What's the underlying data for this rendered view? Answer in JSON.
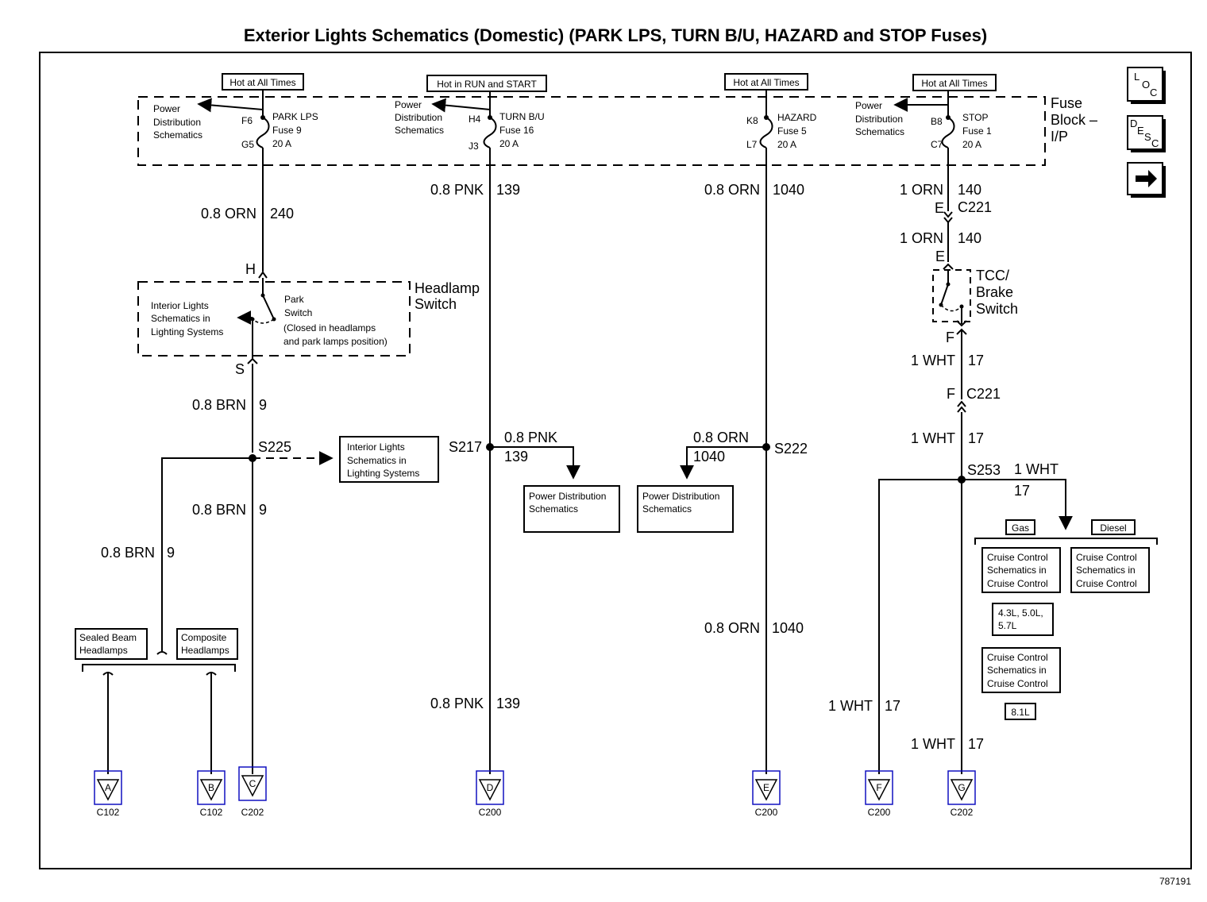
{
  "title": "Exterior Lights Schematics (Domestic) (PARK LPS, TURN B/U, HAZARD and STOP Fuses)",
  "doc_number": "787191",
  "nav": {
    "loc": [
      "L",
      "O",
      "C"
    ],
    "desc": [
      "D",
      "E",
      "S",
      "C"
    ],
    "next": "arrow-right-icon"
  },
  "hot_labels": [
    "Hot at All Times",
    "Hot in RUN and START",
    "Hot at All Times",
    "Hot at All Times"
  ],
  "fuse_block": {
    "line1": "Fuse",
    "line2": "Block –",
    "line3": "I/P"
  },
  "power_dist": [
    "Power",
    "Distribution",
    "Schematics"
  ],
  "fuses": [
    {
      "top_pin": "F6",
      "bottom_pin": "G5",
      "name": "PARK LPS",
      "fuse": "Fuse 9",
      "amps": "20 A"
    },
    {
      "top_pin": "H4",
      "bottom_pin": "J3",
      "name": "TURN B/U",
      "fuse": "Fuse 16",
      "amps": "20 A"
    },
    {
      "top_pin": "K8",
      "bottom_pin": "L7",
      "name": "HAZARD",
      "fuse": "Fuse 5",
      "amps": "20 A"
    },
    {
      "top_pin": "B8",
      "bottom_pin": "C7",
      "name": "STOP",
      "fuse": "Fuse 1",
      "amps": "20 A"
    }
  ],
  "wire_labels": {
    "w240": [
      "0.8 ORN",
      "240"
    ],
    "w139a": [
      "0.8 PNK",
      "139"
    ],
    "w1040a": [
      "0.8 ORN",
      "1040"
    ],
    "w140a": [
      "1 ORN",
      "140"
    ],
    "w140b": [
      "1 ORN",
      "140"
    ],
    "w9a": [
      "0.8 BRN",
      "9"
    ],
    "w9b": [
      "0.8 BRN",
      "9"
    ],
    "w9c": [
      "0.8 BRN",
      "9"
    ],
    "w139b": [
      "0.8 PNK",
      "139"
    ],
    "w139c": [
      "0.8 PNK",
      "139"
    ],
    "w1040b": [
      "0.8 ORN",
      "1040"
    ],
    "w1040c": [
      "0.8 ORN",
      "1040"
    ],
    "w17a": [
      "1 WHT",
      "17"
    ],
    "w17b": [
      "1 WHT",
      "17"
    ],
    "w17c": [
      "1 WHT",
      "17"
    ],
    "w17d": [
      "1 WHT",
      "17"
    ],
    "w17e": [
      "1 WHT",
      "17"
    ]
  },
  "c221": {
    "name": "C221",
    "pin_e": "E",
    "pin_f": "F"
  },
  "headlamp_switch": {
    "name": [
      "Headlamp",
      "Switch"
    ],
    "pin_h": "H",
    "pin_s": "S",
    "interior": [
      "Interior Lights",
      "Schematics in",
      "Lighting Systems"
    ],
    "park": [
      "Park",
      "Switch",
      "(Closed in headlamps",
      "and park lamps position)"
    ]
  },
  "tcc_switch": {
    "name": [
      "TCC/",
      "Brake",
      "Switch"
    ],
    "pin_e": "E",
    "pin_f": "F"
  },
  "splices": {
    "s225": "S225",
    "s217": "S217",
    "s222": "S222",
    "s253": "S253"
  },
  "ref_boxes": {
    "interior": [
      "Interior Lights",
      "Schematics in",
      "Lighting Systems"
    ],
    "pdist1": [
      "Power Distribution",
      "Schematics"
    ],
    "pdist2": [
      "Power Distribution",
      "Schematics"
    ],
    "sealed": [
      "Sealed Beam",
      "Headlamps"
    ],
    "composite": [
      "Composite",
      "Headlamps"
    ],
    "gas": "Gas",
    "diesel": "Diesel",
    "cruise_gas": [
      "Cruise Control",
      "Schematics in",
      "Cruise Control"
    ],
    "cruise_diesel": [
      "Cruise Control",
      "Schematics in",
      "Cruise Control"
    ],
    "engines_a": [
      "4.3L, 5.0L,",
      "5.7L"
    ],
    "cruise_81": [
      "Cruise Control",
      "Schematics in",
      "Cruise Control"
    ],
    "engine_b": "8.1L"
  },
  "connectors": [
    {
      "letter": "A",
      "name": "C102"
    },
    {
      "letter": "B",
      "name": "C102"
    },
    {
      "letter": "C",
      "name": "C202"
    },
    {
      "letter": "D",
      "name": "C200"
    },
    {
      "letter": "E",
      "name": "C200"
    },
    {
      "letter": "F",
      "name": "C200"
    },
    {
      "letter": "G",
      "name": "C202"
    }
  ]
}
